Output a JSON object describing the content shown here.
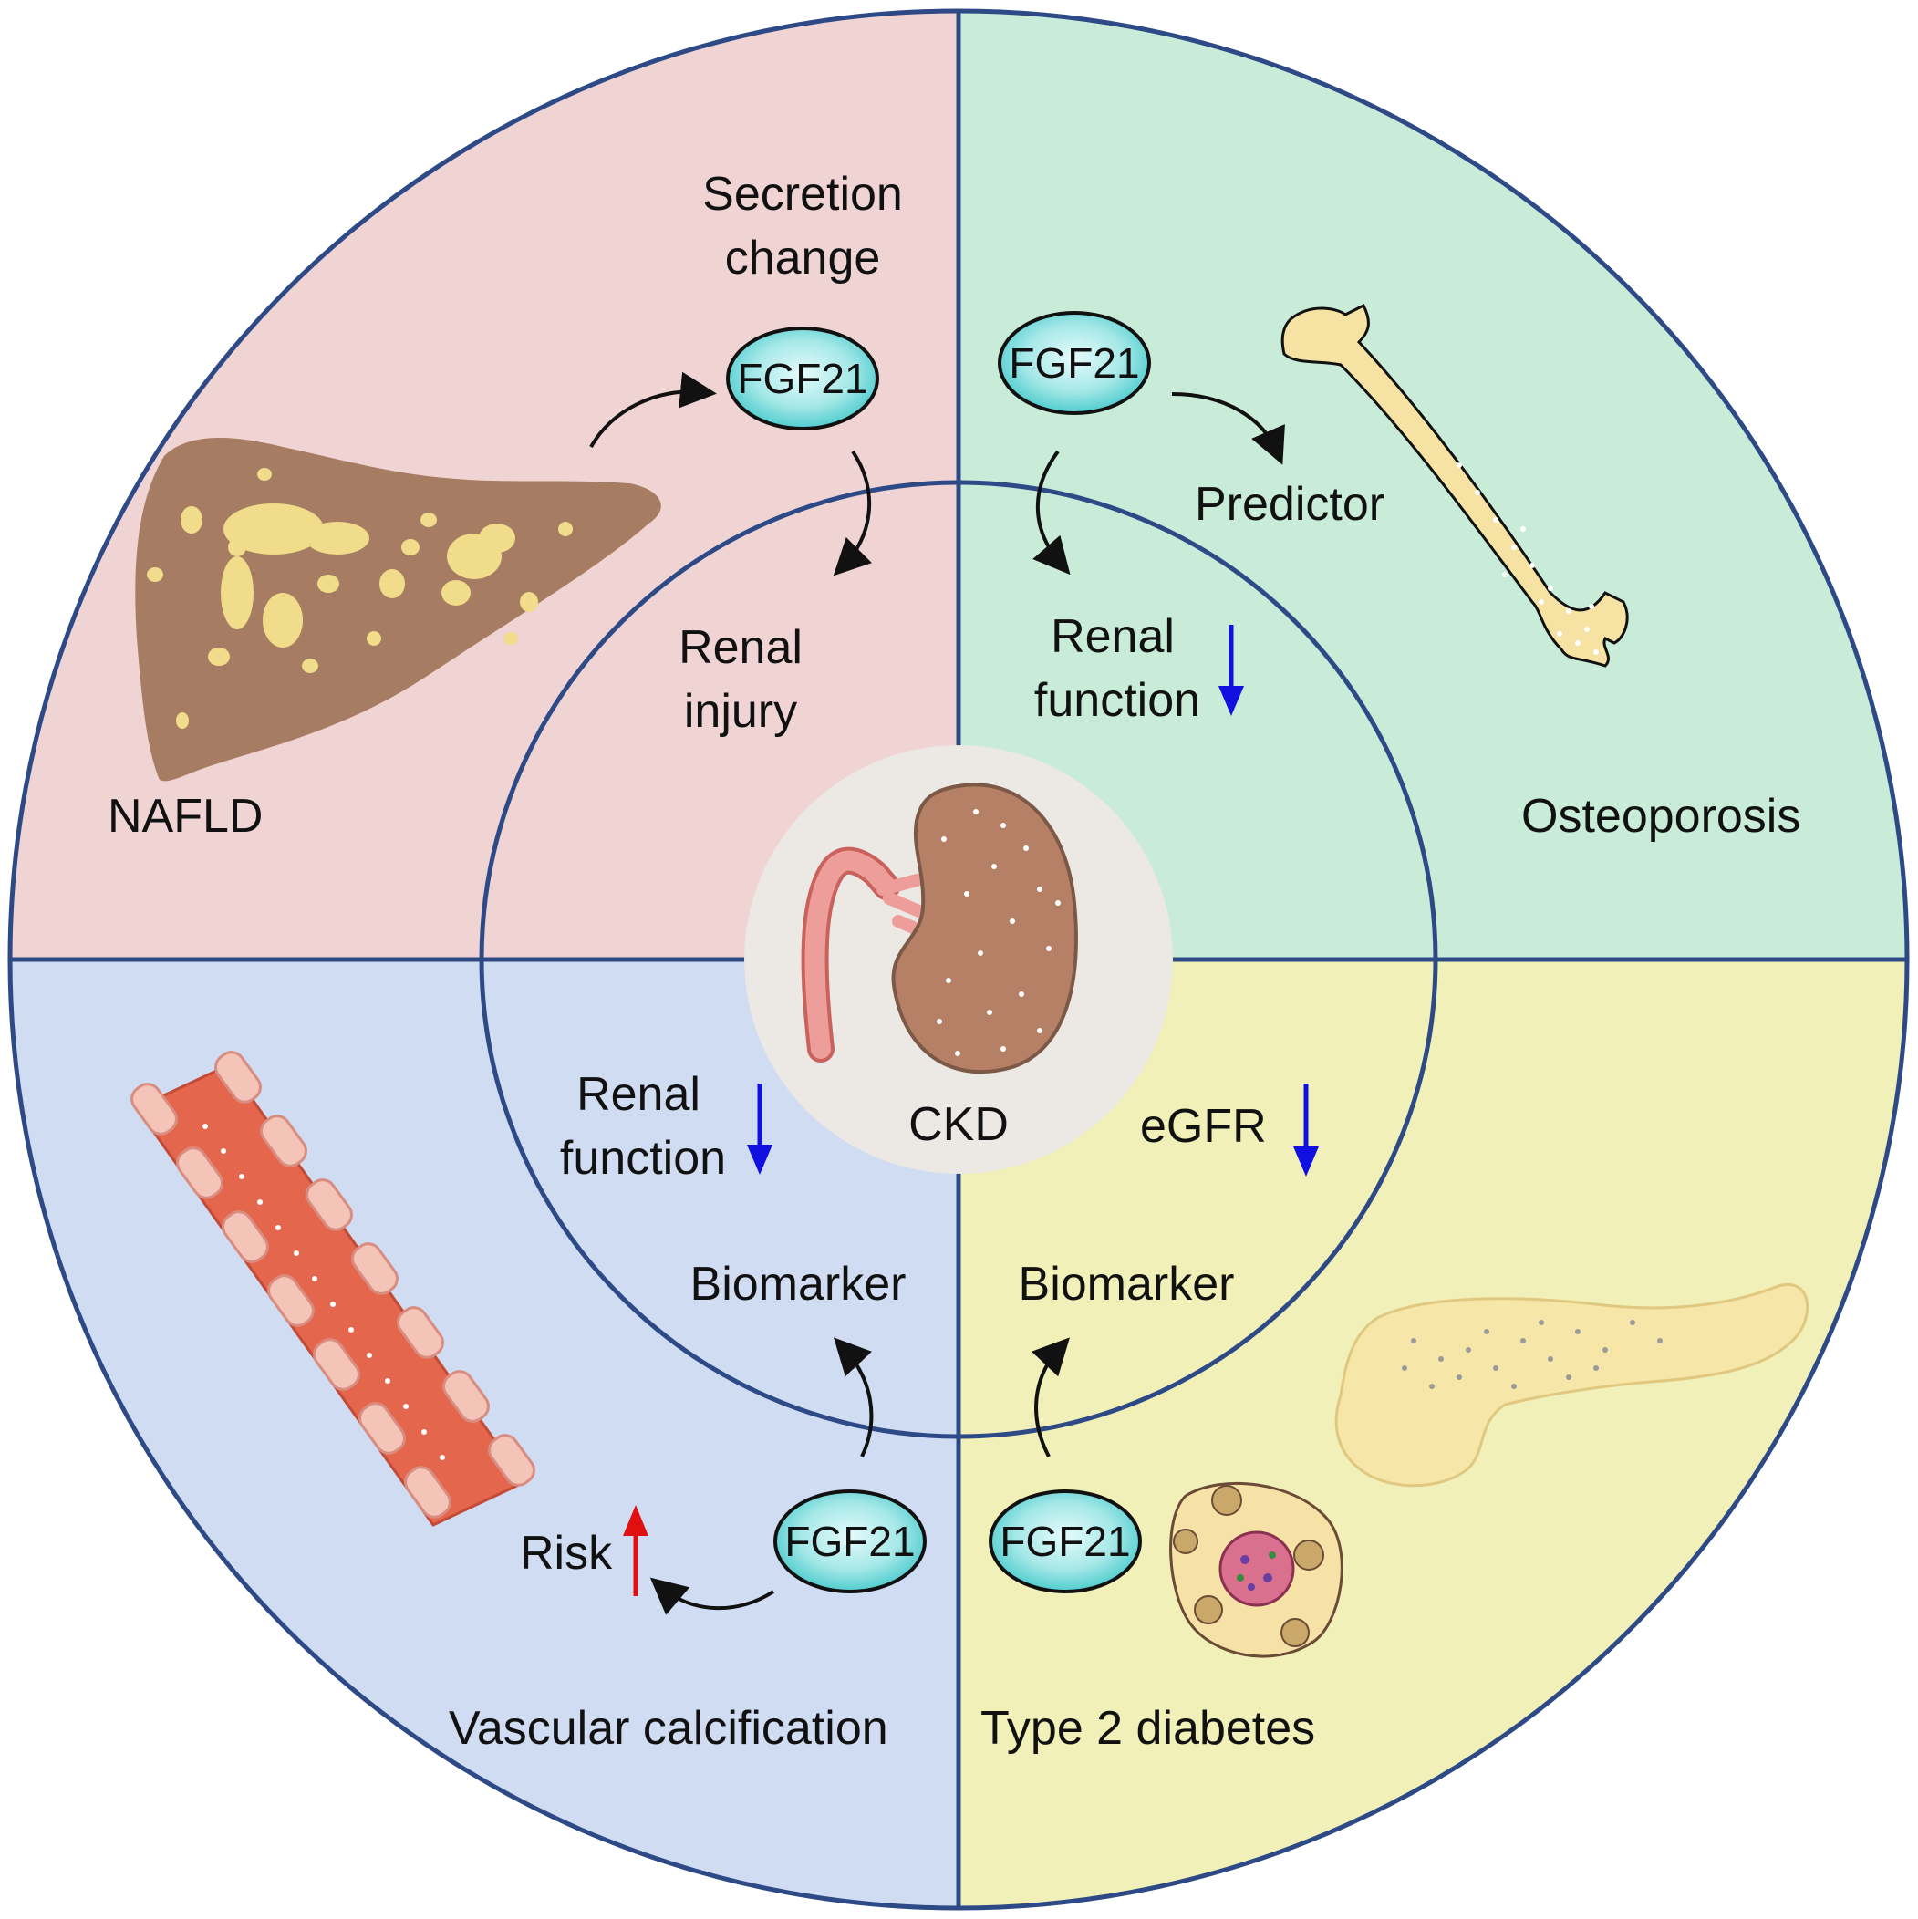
{
  "center": {
    "label": "CKD"
  },
  "quadrants": {
    "nafld": {
      "title": "NAFLD",
      "top_label_line1": "Secretion",
      "top_label_line2": "change",
      "fgf_label": "FGF21",
      "inner_label_line1": "Renal",
      "inner_label_line2": "injury",
      "color": "#f0d3d3"
    },
    "osteoporosis": {
      "title": "Osteoporosis",
      "fgf_label": "FGF21",
      "predictor_label": "Predictor",
      "inner_label_line1": "Renal",
      "inner_label_line2": "function",
      "color": "#c8ecd8"
    },
    "vascular": {
      "title": "Vascular calcification",
      "fgf_label": "FGF21",
      "risk_label": "Risk",
      "inner_label_line1": "Renal",
      "inner_label_line2": "function",
      "biomarker_label": "Biomarker",
      "color": "#cfdcf2"
    },
    "diabetes": {
      "title": "Type 2 diabetes",
      "fgf_label": "FGF21",
      "inner_label": "eGFR",
      "biomarker_label": "Biomarker",
      "color": "#f0f0b8"
    }
  },
  "colors": {
    "border": "#2d4a86",
    "arrow_down": "#1010e0",
    "arrow_up": "#e01010",
    "fgf_fill_center": "#e6fbfb",
    "fgf_fill_edge": "#3cc6c8",
    "center_circle": "#ece8e4",
    "liver": "#a67c62",
    "fat_spot": "#f0dc8a",
    "bone": "#f6e3a4",
    "kidney": "#b68066",
    "ureter": "#ee9e9a",
    "vessel": "#e4664c",
    "pancreas": "#f6e6a8"
  },
  "icons": [
    "liver-icon",
    "bone-icon",
    "kidney-icon",
    "blood-vessel-icon",
    "pancreas-icon",
    "islet-cell-icon"
  ]
}
